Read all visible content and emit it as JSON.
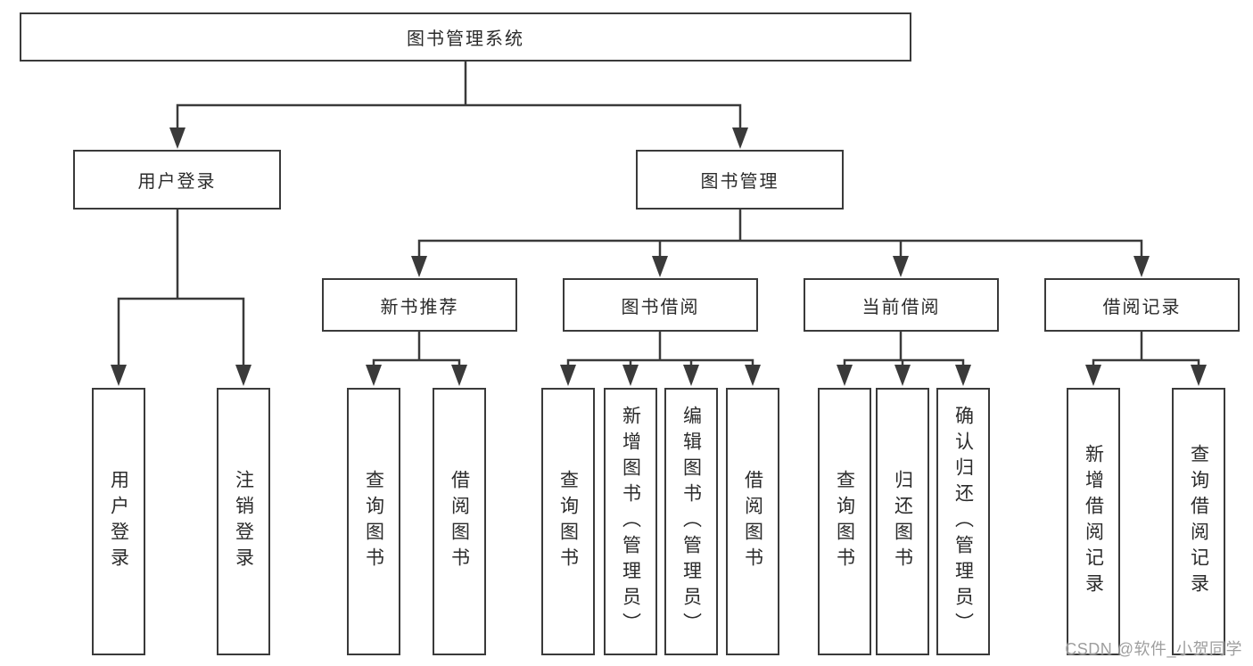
{
  "tree": {
    "root": {
      "label": "图书管理系统"
    },
    "level2": [
      {
        "id": "user-login",
        "label": "用户登录"
      },
      {
        "id": "book-management",
        "label": "图书管理"
      }
    ],
    "level3": [
      {
        "id": "new-book-recommendation",
        "label": "新书推荐"
      },
      {
        "id": "book-borrowing",
        "label": "图书借阅"
      },
      {
        "id": "current-borrowing",
        "label": "当前借阅"
      },
      {
        "id": "borrowing-records",
        "label": "借阅记录"
      }
    ],
    "leaves": {
      "user_login": [
        {
          "label": "用户登录"
        },
        {
          "label": "注销登录"
        }
      ],
      "new_book_recommendation": [
        {
          "label": "查询图书"
        },
        {
          "label": "借阅图书"
        }
      ],
      "book_borrowing": [
        {
          "label": "查询图书"
        },
        {
          "label": "新增图书（管理员）"
        },
        {
          "label": "编辑图书（管理员）"
        },
        {
          "label": "借阅图书"
        }
      ],
      "current_borrowing": [
        {
          "label": "查询图书"
        },
        {
          "label": "归还图书"
        },
        {
          "label": "确认归还（管理员）"
        }
      ],
      "borrowing_records": [
        {
          "label": "新增借阅记录"
        },
        {
          "label": "查询借阅记录"
        }
      ]
    }
  },
  "watermark": "CSDN @软件_小贺同学",
  "colors": {
    "line": "#3a3a3a",
    "text": "#2b2b2b",
    "watermark": "#9e9e9e",
    "background": "#ffffff"
  }
}
